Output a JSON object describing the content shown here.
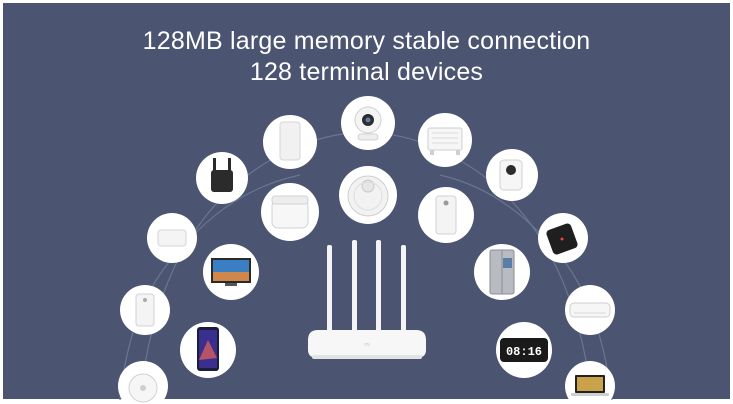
{
  "headline": {
    "line1": "128MB large memory stable connection",
    "line2": "128 terminal devices"
  },
  "colors": {
    "background": "#4b5470",
    "bubble": "#ffffff",
    "orbit": "#6c7590",
    "text": "#ffffff"
  },
  "devices": [
    {
      "name": "speaker",
      "icon": "smart-speaker-icon"
    },
    {
      "name": "security-camera",
      "icon": "security-camera-icon"
    },
    {
      "name": "heater",
      "icon": "heater-icon"
    },
    {
      "name": "wifi-extender",
      "icon": "wifi-extender-icon"
    },
    {
      "name": "robot-vacuum",
      "icon": "robot-vacuum-icon"
    },
    {
      "name": "webcam",
      "icon": "webcam-icon"
    },
    {
      "name": "rice-cooker",
      "icon": "rice-cooker-icon"
    },
    {
      "name": "air-purifier",
      "icon": "air-purifier-icon"
    },
    {
      "name": "tv-box",
      "icon": "tv-box-icon"
    },
    {
      "name": "smart-hub",
      "icon": "smart-hub-icon"
    },
    {
      "name": "television",
      "icon": "television-icon"
    },
    {
      "name": "refrigerator",
      "icon": "refrigerator-icon"
    },
    {
      "name": "air-purifier-2",
      "icon": "air-purifier-icon"
    },
    {
      "name": "air-conditioner",
      "icon": "air-conditioner-icon"
    },
    {
      "name": "smartphone",
      "icon": "smartphone-icon"
    },
    {
      "name": "clock",
      "icon": "digital-clock-icon"
    },
    {
      "name": "fan",
      "icon": "fan-icon"
    },
    {
      "name": "laptop",
      "icon": "laptop-icon"
    }
  ],
  "clock": {
    "display": "08:16"
  },
  "router": {
    "icon": "router-icon",
    "brand_mark": "mi"
  }
}
